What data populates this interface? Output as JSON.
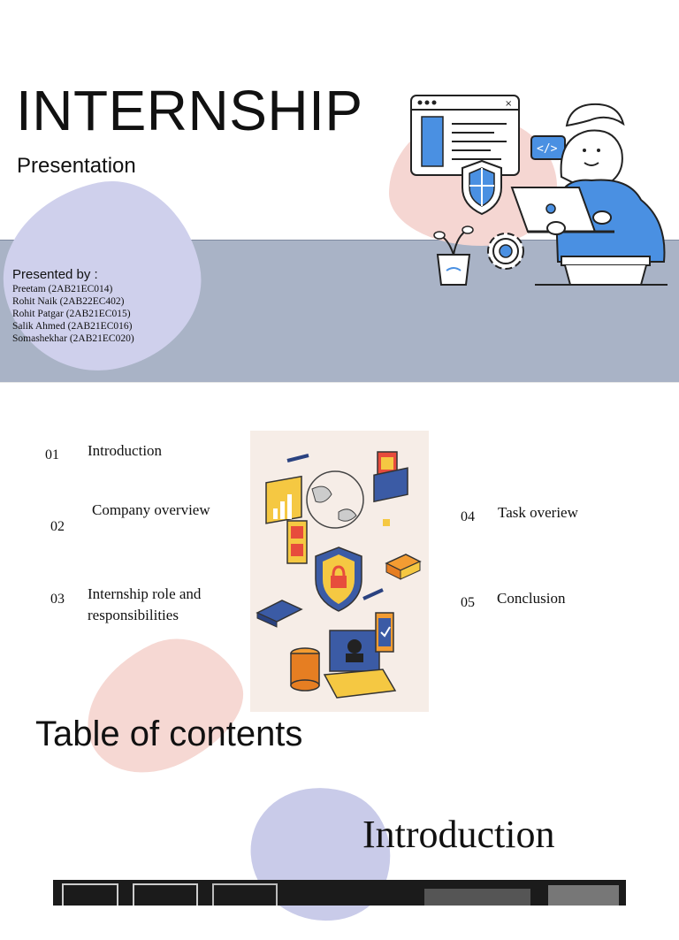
{
  "slide1": {
    "title": "INTERNSHIP",
    "subtitle": "Presentation",
    "presented_by": "Presented by :",
    "members": [
      "Preetam (2AB21EC014)",
      "Rohit Naik (2AB22EC402)",
      "Rohit Patgar (2AB21EC015)",
      "Salik Ahmed (2AB21EC016)",
      "Somashekhar (2AB21EC020)"
    ],
    "illustration": "person-with-laptop-security-illustration"
  },
  "slide2": {
    "title": "Table of contents",
    "items": [
      {
        "num": "01",
        "label": "Introduction"
      },
      {
        "num": "02",
        "label": "Company overview"
      },
      {
        "num": "03",
        "label_line1": "Internship role and",
        "label_line2": "responsibilities"
      },
      {
        "num": "04",
        "label": "Task overiew"
      },
      {
        "num": "05",
        "label": "Conclusion"
      }
    ],
    "illustration": "cybersecurity-isometric-illustration"
  },
  "slide3": {
    "title": "Introduction",
    "image": "office-photo"
  },
  "colors": {
    "band": "#a9b3c6",
    "lavender_blob": "#cfd0ec",
    "pink_blob": "#f5d6d2",
    "accent_blue": "#4a90e2"
  }
}
